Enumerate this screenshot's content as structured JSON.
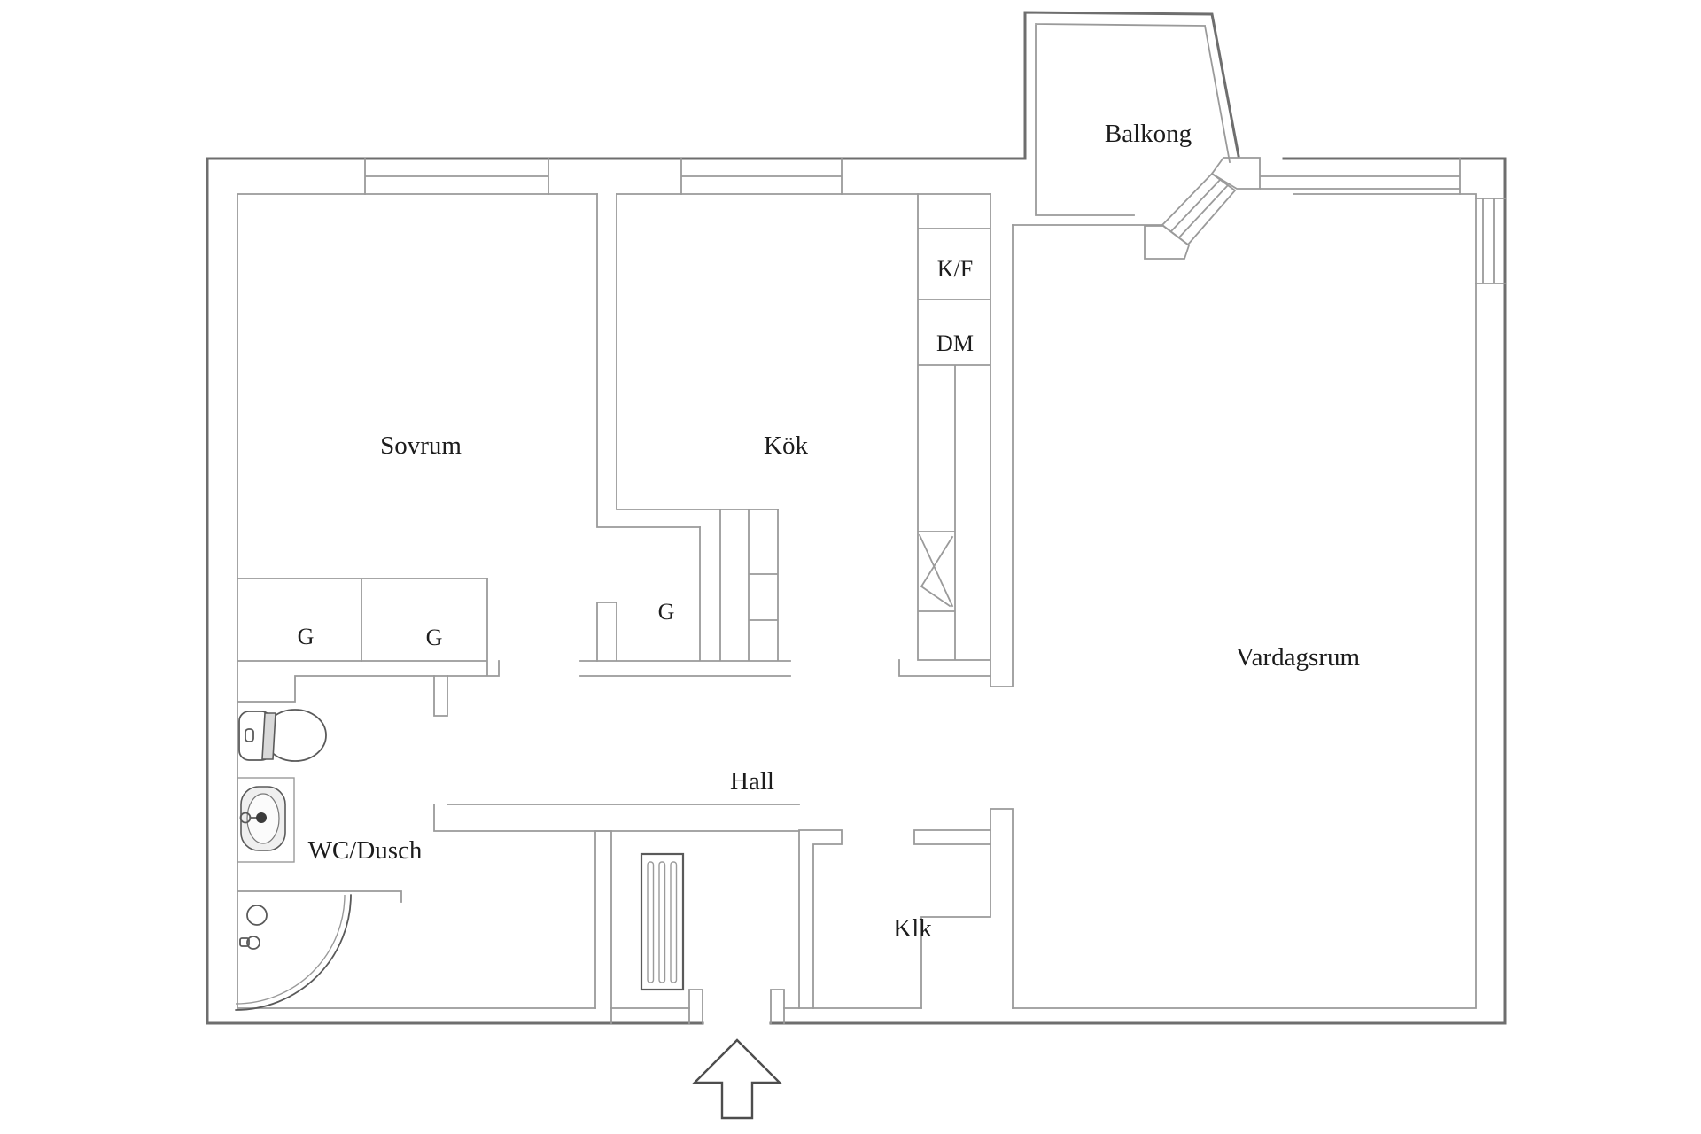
{
  "floorplan": {
    "rooms": {
      "sovrum": {
        "label": "Sovrum"
      },
      "kok": {
        "label": "Kök"
      },
      "balkong": {
        "label": "Balkong"
      },
      "vardagsrum": {
        "label": "Vardagsrum"
      },
      "hall": {
        "label": "Hall"
      },
      "wc_dusch": {
        "label": "WC/Dusch"
      },
      "klk": {
        "label": "Klk"
      }
    },
    "cabinets": {
      "kf": {
        "label": "K/F"
      },
      "dm": {
        "label": "DM"
      },
      "g_sovrum_1": {
        "label": "G"
      },
      "g_sovrum_2": {
        "label": "G"
      },
      "g_kok": {
        "label": "G"
      }
    },
    "colors": {
      "background": "#ffffff",
      "wall_outer": "#6e6e6e",
      "wall_inner": "#9a9a9a",
      "fixture": "#5a5a5a",
      "text": "#1c1c1c"
    }
  }
}
